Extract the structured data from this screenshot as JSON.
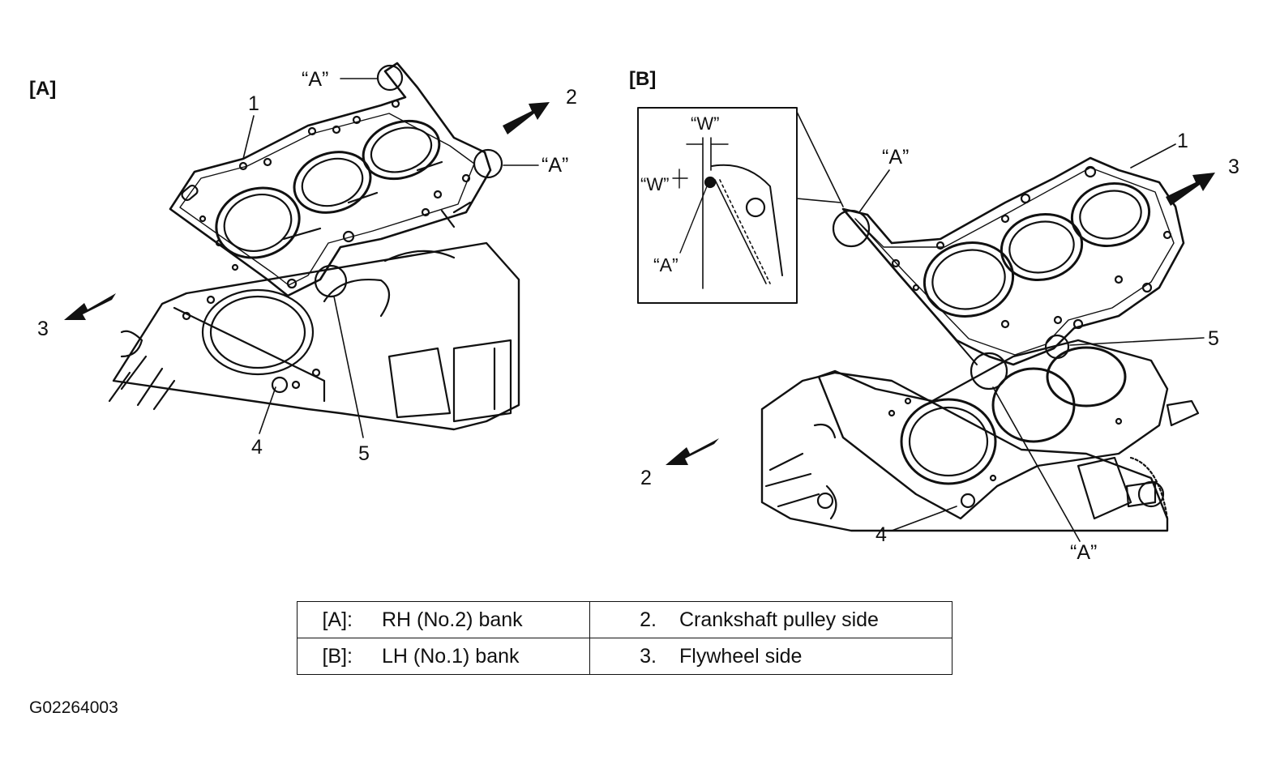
{
  "panel_a": {
    "tag": "[A]",
    "callouts": {
      "n1": "1",
      "n2": "2",
      "n3": "3",
      "n4": "4",
      "n5": "5",
      "a1": "“A”",
      "a2": "“A”"
    }
  },
  "panel_b": {
    "tag": "[B]",
    "callouts": {
      "n1": "1",
      "n2": "2",
      "n3": "3",
      "n4": "4",
      "n5": "5",
      "a1": "“A”",
      "a2": "“A”"
    },
    "inset": {
      "w_top": "“W”",
      "w_left": "“W”",
      "a": "“A”"
    }
  },
  "legend": {
    "rows": [
      {
        "code": "[A]:",
        "desc": "RH (No.2) bank",
        "num": "2.",
        "text": "Crankshaft pulley side"
      },
      {
        "code": "[B]:",
        "desc": "LH (No.1) bank",
        "num": "3.",
        "text": "Flywheel side"
      }
    ]
  },
  "figure_id": "G02264003"
}
